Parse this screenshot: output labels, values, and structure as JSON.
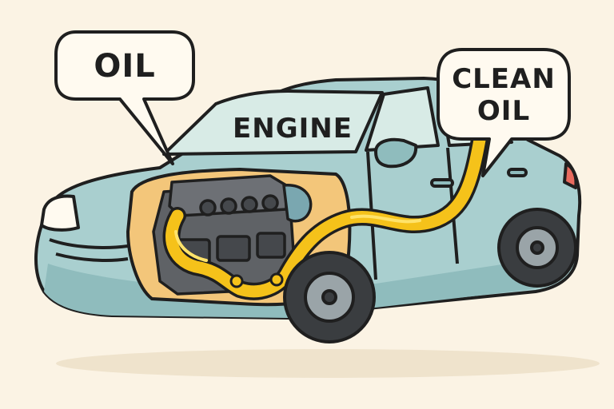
{
  "labels": {
    "oil": "OIL",
    "engine": "ENGINE",
    "clean_oil_line1": "CLEAN",
    "clean_oil_line2": "OIL"
  },
  "colors": {
    "background": "#fbf3e4",
    "car_body": "#a9cfcf",
    "car_body_shade": "#8fbcbd",
    "window": "#d8ebe6",
    "engine_bay": "#f3c67a",
    "engine_block": "#5f6266",
    "engine_dark": "#45484c",
    "oil": "#f5c21a",
    "oil_highlight": "#ffe36a",
    "tire": "#3a3d40",
    "rim": "#9aa4a8",
    "outline": "#1f1f1f",
    "bubble_fill": "#fffaf0"
  },
  "icons": {
    "engine": "engine-icon",
    "oil_flow": "oil-stream-icon",
    "wheel": "wheel-icon"
  }
}
